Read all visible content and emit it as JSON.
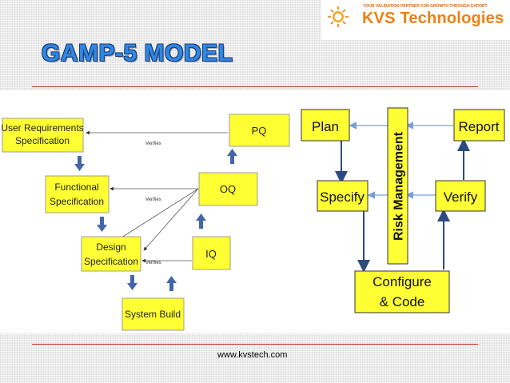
{
  "header": {
    "title": "GAMP-5 MODEL",
    "logo_tagline": "YOUR VALIDATION PARTNER FOR GROWTH THROUGH EXPORT",
    "logo_name": "KVS Technologies"
  },
  "left_diagram": {
    "boxes": {
      "urs_line1": "User Requirements",
      "urs_line2": "Specification",
      "fs_line1": "Functional",
      "fs_line2": "Specification",
      "ds_line1": "Design",
      "ds_line2": "Specification",
      "sb": "System Build",
      "pq": "PQ",
      "oq": "OQ",
      "iq": "IQ"
    },
    "verifies_label": "Verifies"
  },
  "right_diagram": {
    "plan": "Plan",
    "report": "Report",
    "specify": "Specify",
    "verify": "Verify",
    "risk": "Risk Management",
    "configure_line1": "Configure",
    "configure_line2": "& Code"
  },
  "footer": {
    "url": "www.kvstech.com"
  },
  "colors": {
    "box_fill": "#ffff33",
    "title": "#2f87e8",
    "accent": "#f07f13",
    "rule": "#c0392b",
    "arrow_blue": "#4466aa"
  }
}
